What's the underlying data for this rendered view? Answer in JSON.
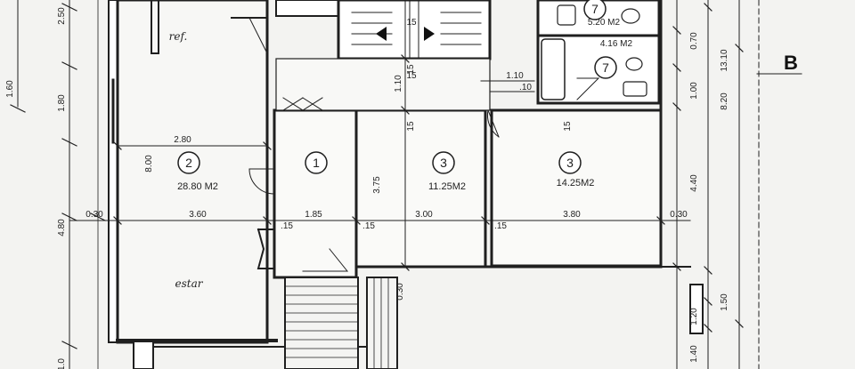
{
  "plan": {
    "section_mark": "B",
    "rooms": [
      {
        "number": "2",
        "area": "28.80 M2",
        "name": "estar"
      },
      {
        "number": "1"
      },
      {
        "number": "3",
        "area": "11.25M2"
      },
      {
        "number": "3",
        "area": "14.25M2"
      },
      {
        "number": "7",
        "area": "5.20 M2"
      },
      {
        "number": "7",
        "area": "4.16 M2"
      }
    ],
    "labels": {
      "ref": "ref."
    },
    "dimensions": {
      "left_outer": [
        "2.50",
        "1.60",
        "1.80",
        "4.80",
        "1.0"
      ],
      "left_inner": [
        "8.00"
      ],
      "center_v": [
        "1.10",
        "15",
        "15",
        "3.75",
        "15",
        "0.30"
      ],
      "right_inner": [
        "0.70",
        "1.00",
        "8.20",
        "4.40"
      ],
      "right_outer": [
        "13.10",
        "1.50",
        "1.20",
        "1.40"
      ],
      "horizontal": [
        "2.80",
        "0.30",
        "3.60",
        "1.85",
        ".15",
        ".15",
        "3.00",
        ".15",
        "3.80",
        "0.30",
        "1.10",
        ".10",
        "15",
        "15"
      ]
    }
  }
}
